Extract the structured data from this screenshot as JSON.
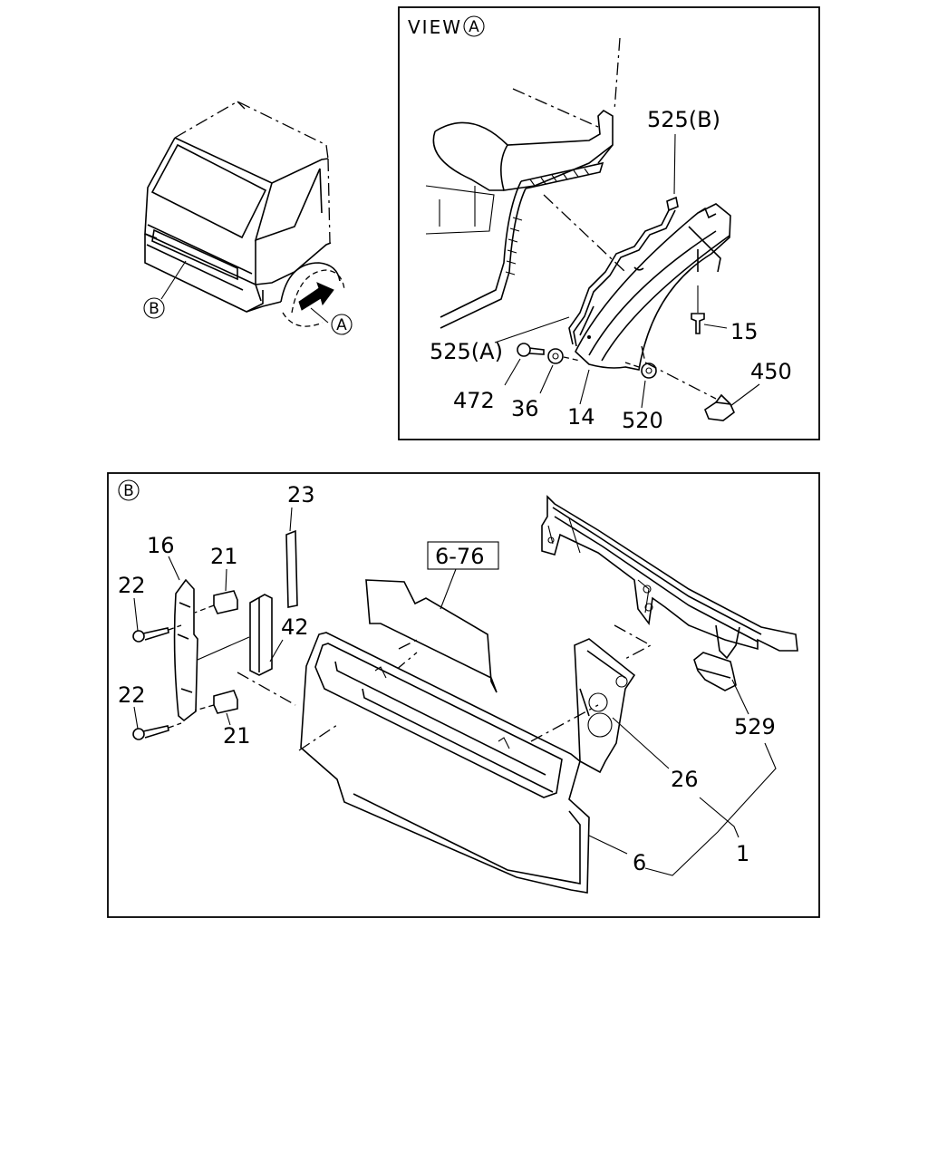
{
  "view_a": {
    "title_prefix": "VIEW",
    "title_marker": "A",
    "labels": {
      "p525b": "525(B)",
      "p525a": "525(A)",
      "p15": "15",
      "p472": "472",
      "p36": "36",
      "p14": "14",
      "p520": "520",
      "p450": "450"
    }
  },
  "truck": {
    "marker_b": "B",
    "marker_a": "A"
  },
  "view_b": {
    "title_marker": "B",
    "labels": {
      "p23": "23",
      "p16": "16",
      "p21_top": "21",
      "p22_top": "22",
      "p42": "42",
      "p6_76": "6-76",
      "p22_bottom": "22",
      "p21_bottom": "21",
      "p529": "529",
      "p26": "26",
      "p1": "1",
      "p6": "6"
    }
  }
}
